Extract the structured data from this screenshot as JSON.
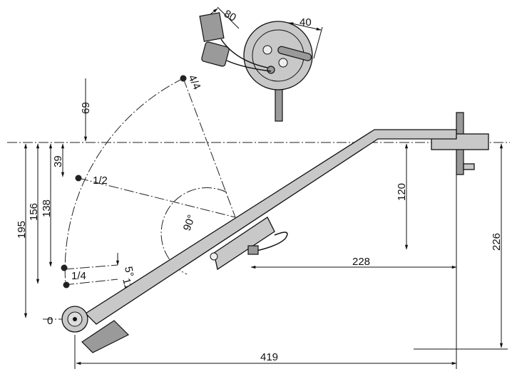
{
  "title": "Fuel level sender dimensions",
  "dimensions": {
    "connector_length": "80",
    "arm_offset": "40",
    "full_height": "69",
    "half_height": "39",
    "quarter_height": "138",
    "reserve_height": "156",
    "empty_height": "195",
    "swing_angle": "90°",
    "flange_drop": "120",
    "float_to_flange": "228",
    "total_depth": "226",
    "total_length": "419",
    "reserve_angle": "5°",
    "reserve_distance": "11,5"
  },
  "positions": {
    "full": "4/4",
    "half": "1/2",
    "quarter": "1/4",
    "empty": "0"
  }
}
